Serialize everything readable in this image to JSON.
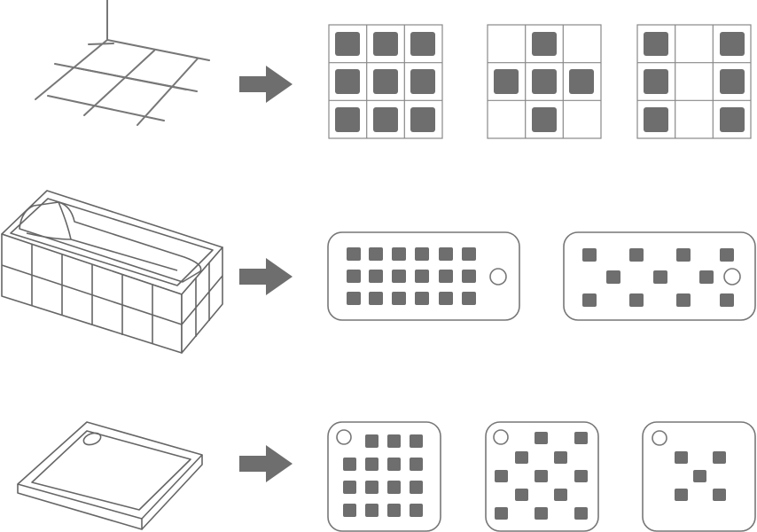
{
  "colors": {
    "line": "#777777",
    "fill": "#6e6e6e",
    "arrow": "#6e6e6e",
    "background": "#ffffff"
  },
  "rows": [
    {
      "name": "floor",
      "source_icon": "floor-grid-icon",
      "arrow_icon": "right-arrow-icon",
      "variants": [
        {
          "name": "full-grid",
          "shape": "square-grid",
          "icon": "tile-grid-full-icon"
        },
        {
          "name": "cross-grid",
          "shape": "square-grid",
          "icon": "tile-grid-cross-icon"
        },
        {
          "name": "columns-grid",
          "shape": "square-grid",
          "icon": "tile-grid-columns-icon"
        }
      ]
    },
    {
      "name": "bathtub",
      "source_icon": "bathtub-icon",
      "arrow_icon": "right-arrow-icon",
      "variants": [
        {
          "name": "dense-mat",
          "shape": "rounded-rectangle",
          "icon": "bath-mat-dense-icon"
        },
        {
          "name": "sparse-mat",
          "shape": "rounded-rectangle",
          "icon": "bath-mat-sparse-icon"
        }
      ]
    },
    {
      "name": "shower-tray",
      "source_icon": "shower-tray-icon",
      "arrow_icon": "right-arrow-icon",
      "variants": [
        {
          "name": "dense-mat",
          "shape": "rounded-square",
          "icon": "shower-mat-dense-icon"
        },
        {
          "name": "checker-mat",
          "shape": "rounded-square",
          "icon": "shower-mat-checker-icon"
        },
        {
          "name": "x-mat",
          "shape": "rounded-square",
          "icon": "shower-mat-x-icon"
        }
      ]
    }
  ]
}
